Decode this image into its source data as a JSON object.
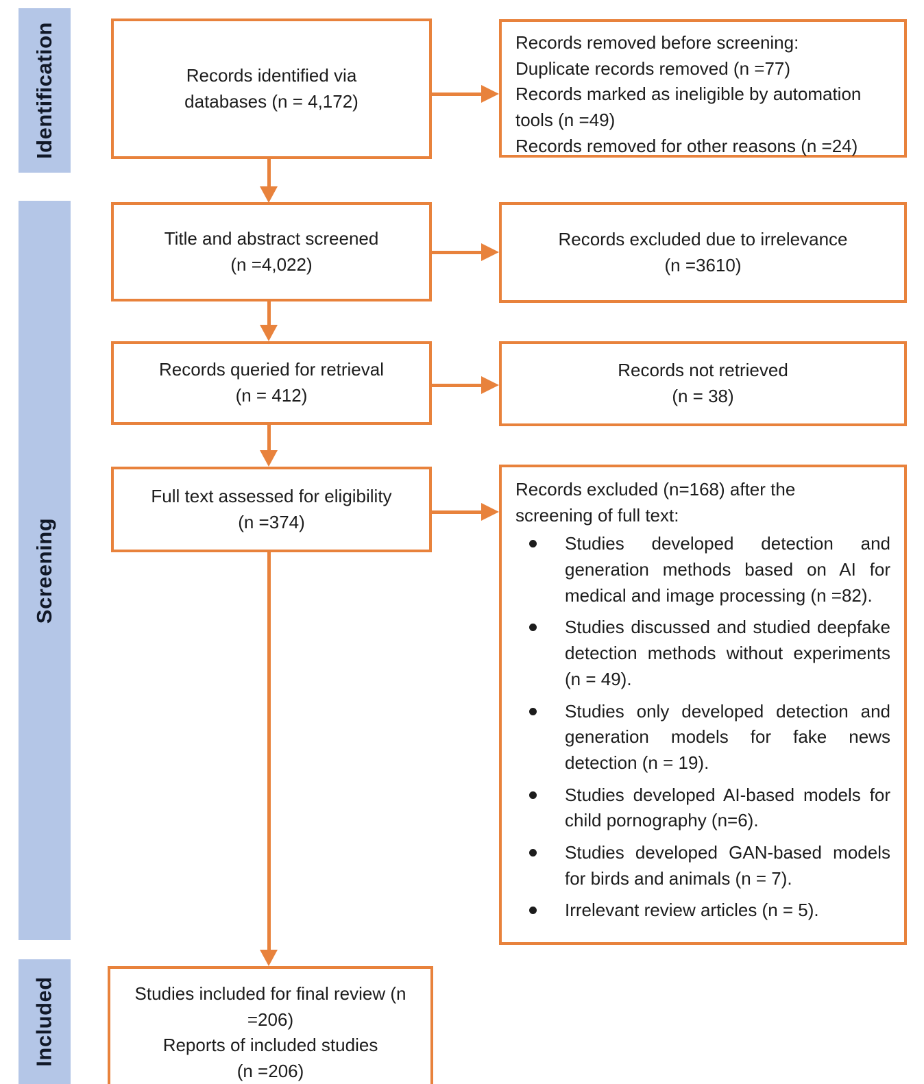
{
  "colors": {
    "accent_orange": "#e8823c",
    "stage_blue": "#b4c6e7",
    "text": "#1c1c1c"
  },
  "sidebar": {
    "identification": "Identification",
    "screening": "Screening",
    "included": "Included"
  },
  "flow": {
    "identified": {
      "line1": "Records identified via",
      "line2": "databases (n = 4,172)"
    },
    "removed_before_screening": {
      "line1": "Records removed before screening:",
      "line2": "Duplicate records removed (n =77)",
      "line3": "Records marked as ineligible by automation tools (n =49)",
      "line4": "Records removed for other reasons (n =24)"
    },
    "title_abstract_screened": {
      "line1": "Title and abstract screened",
      "line2": "(n =4,022)"
    },
    "excluded_irrelevance": {
      "line1": "Records excluded due to irrelevance",
      "line2": "(n =3610)"
    },
    "queried_for_retrieval": {
      "line1": "Records queried for retrieval",
      "line2": "(n = 412)"
    },
    "not_retrieved": {
      "line1": "Records not retrieved",
      "line2": "(n = 38)"
    },
    "full_text_assessed": {
      "line1": "Full text assessed for eligibility",
      "line2": "(n =374)"
    },
    "excluded_full_text": {
      "intro_line1": "Records excluded (n=168) after the",
      "intro_line2": "screening of full text:",
      "bullets": [
        "Studies developed detection and generation methods based on AI for medical and image processing (n =82).",
        "Studies discussed and studied deepfake detection methods without experiments (n = 49).",
        "Studies only developed detection and generation models for fake news detection (n = 19).",
        "Studies developed AI-based models for child pornography (n=6).",
        "Studies developed GAN-based models for birds and animals (n = 7).",
        "Irrelevant review articles (n = 5)."
      ]
    },
    "included_final": {
      "line1": "Studies included for final review (n =206)",
      "line2": "Reports of included studies",
      "line3": "(n =206)"
    }
  }
}
